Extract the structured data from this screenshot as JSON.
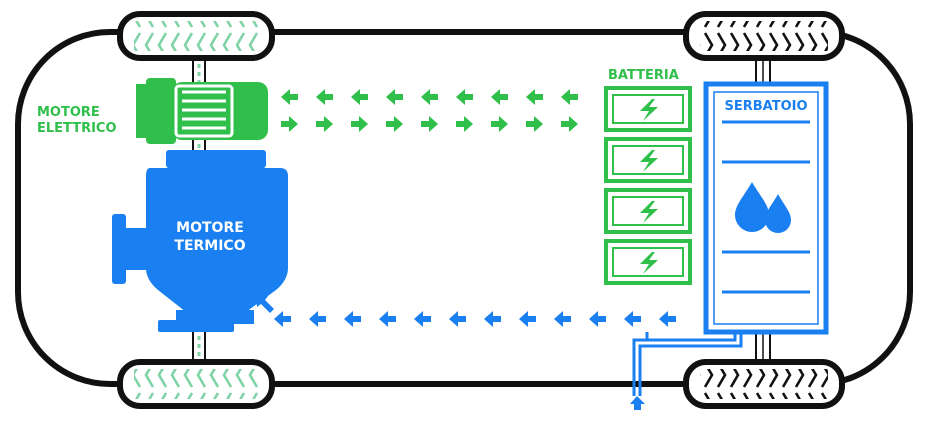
{
  "labels": {
    "electric_motor_line1": "MOTORE",
    "electric_motor_line2": "ELETTRICO",
    "thermal_motor_line1": "MOTORE",
    "thermal_motor_line2": "TERMICO",
    "battery": "BATTERIA",
    "tank": "SERBATOIO"
  },
  "colors": {
    "green": "#2fbf4a",
    "blue": "#1a7ff0",
    "outline": "#111111",
    "tire_green_chevron": "#7fd3a6",
    "tire_dark_chevron": "#111111"
  },
  "icons": {
    "battery_cell": "lightning-bolt-icon",
    "tank": "water-drops-icon",
    "flow": "arrow-icon"
  }
}
